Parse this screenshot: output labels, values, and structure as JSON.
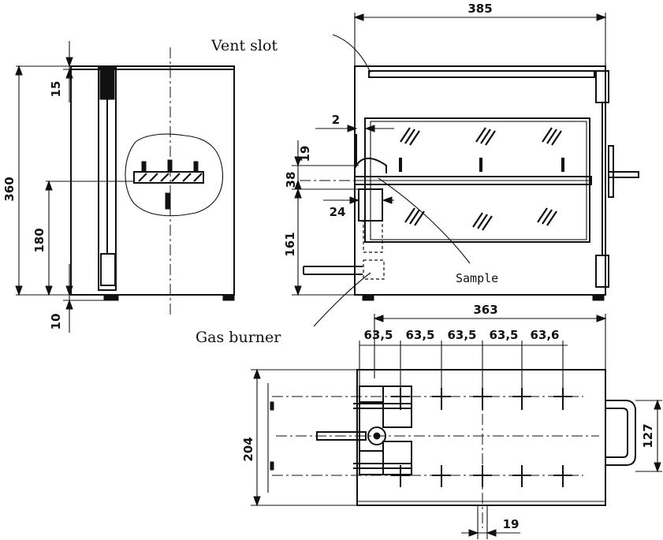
{
  "labels": {
    "vent_slot": "Vent slot",
    "sample": "Sample",
    "gas_burner": "Gas burner"
  },
  "dimensions": {
    "front_width": "385",
    "side_height": "360",
    "side_top_gap": "15",
    "side_sample_height": "180",
    "side_bottom": "10",
    "front_wall": "2",
    "front_19": "19",
    "front_38": "38",
    "front_24": "24",
    "front_161": "161",
    "plan_width": "363",
    "pitch_1": "63,5",
    "pitch_2": "63,5",
    "pitch_3": "63,5",
    "pitch_4": "63,5",
    "pitch_5": "63,6",
    "plan_depth": "204",
    "handle_width": "127",
    "plan_bottom": "19"
  }
}
